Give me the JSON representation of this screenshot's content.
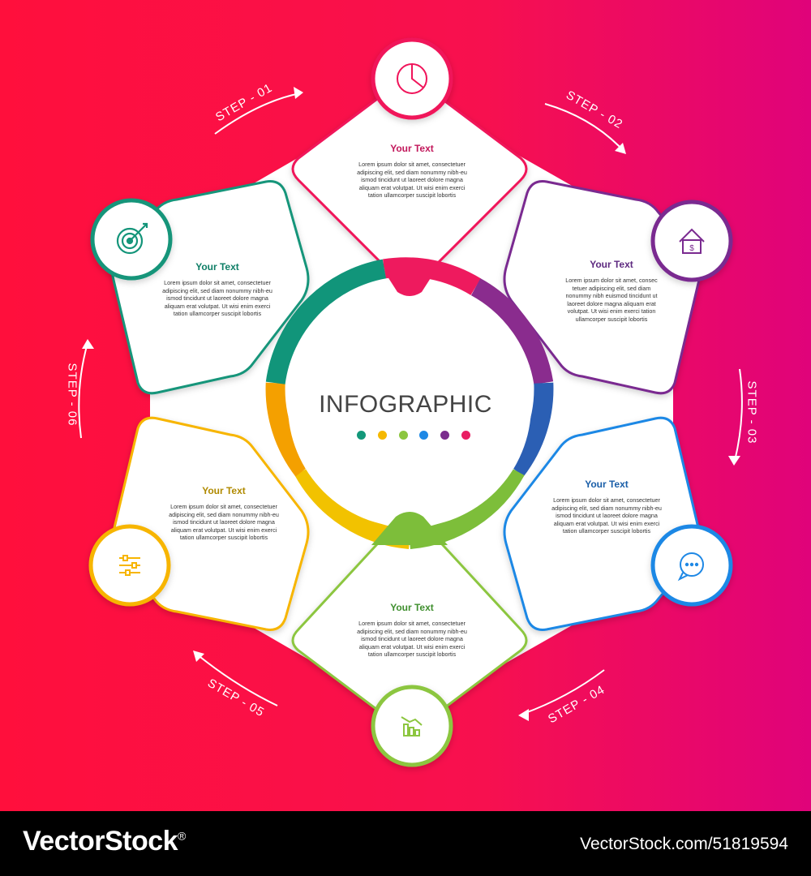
{
  "center": {
    "title": "INFOGRAPHIC",
    "dot_colors": [
      "#13987a",
      "#f5b800",
      "#8cc63f",
      "#1e88e5",
      "#7b2d8e",
      "#e91e63"
    ]
  },
  "colors": {
    "background_left": "#ff1744",
    "background_right": "#e3006f",
    "step1": "#f0145a",
    "step2": "#7a2a90",
    "step3": "#1e88e5",
    "step4": "#8cc63f",
    "step5": "#f7b500",
    "step6": "#14957a"
  },
  "steps": [
    {
      "label": "STEP - 01",
      "title": "Your Text",
      "icon": "pie-chart-icon",
      "body": [
        "Lorem ipsum dolor sit amet, consectetuer",
        "adipiscing elit, sed diam nonummy nibh-eu",
        "ismod tincidunt ut laoreet dolore magna",
        "aliquam erat volutpat. Ut wisi enim  exerci",
        "tation ullamcorper suscipit lobortis"
      ]
    },
    {
      "label": "STEP - 02",
      "title": "Your Text",
      "icon": "home-dollar-icon",
      "body": [
        "Lorem ipsum dolor sit amet, consec",
        "tetuer adipiscing elit, sed diam",
        "nonummy nibh euismod tincidunt ut",
        "laoreet dolore magna aliquam erat",
        "volutpat. Ut wisi enim  exerci tation",
        "ullamcorper suscipit lobortis"
      ]
    },
    {
      "label": "STEP - 03",
      "title": "Your Text",
      "icon": "chat-bubble-icon",
      "body": [
        "Lorem ipsum dolor sit amet, consectetuer",
        "adipiscing elit, sed diam nonummy nibh-eu",
        "ismod tincidunt ut laoreet dolore magna",
        "aliquam erat volutpat. Ut wisi enim  exerci",
        "tation ullamcorper suscipit lobortis"
      ]
    },
    {
      "label": "STEP - 04",
      "title": "Your Text",
      "icon": "bar-chart-down-icon",
      "body": [
        "Lorem ipsum dolor sit amet, consectetuer",
        "adipiscing elit, sed diam nonummy nibh-eu",
        "ismod tincidunt ut laoreet dolore magna",
        "aliquam erat volutpat. Ut wisi enim  exerci",
        "tation ullamcorper suscipit lobortis"
      ]
    },
    {
      "label": "STEP - 05",
      "title": "Your Text",
      "icon": "sliders-icon",
      "body": [
        "Lorem ipsum dolor sit amet, consectetuer",
        "adipiscing elit, sed diam nonummy nibh-eu",
        "ismod tincidunt ut laoreet dolore magna",
        "aliquam erat volutpat. Ut wisi enim  exerci",
        "tation ullamcorper suscipit lobortis"
      ]
    },
    {
      "label": "STEP - 06",
      "title": "Your Text",
      "icon": "target-icon",
      "body": [
        "Lorem ipsum dolor sit amet, consectetuer",
        "adipiscing elit, sed diam nonummy nibh-eu",
        "ismod tincidunt ut laoreet dolore magna",
        "aliquam erat volutpat. Ut wisi enim  exerci",
        "tation ullamcorper suscipit lobortis"
      ]
    }
  ],
  "footer": {
    "brand": "VectorStock",
    "reg_mark": "®",
    "url": "VectorStock.com/51819594"
  }
}
